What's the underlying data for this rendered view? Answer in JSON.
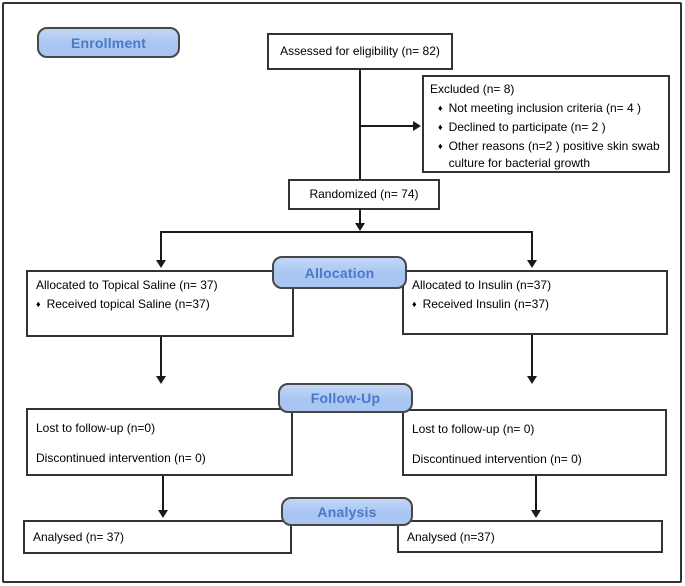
{
  "figure": {
    "type": "consort-flow-diagram",
    "stage_labels": {
      "enrollment": "Enrollment",
      "allocation": "Allocation",
      "followup": "Follow-Up",
      "analysis": "Analysis"
    },
    "enrollment": {
      "assessed": "Assessed for eligibility (n= 82)",
      "excluded": {
        "title": "Excluded (n= 8)",
        "bullet_glyph": "♦",
        "reasons": [
          "Not meeting inclusion criteria (n= 4 )",
          "Declined to participate (n= 2 )",
          "Other reasons (n=2  ) positive skin swab culture for bacterial growth"
        ]
      },
      "randomized": "Randomized (n= 74)"
    },
    "allocation": {
      "left": {
        "title": "Allocated to Topical Saline (n= 37)",
        "bullet_glyph": "♦",
        "received": "Received topical Saline (n=37)"
      },
      "right": {
        "title": "Allocated to Insulin (n=37)",
        "bullet_glyph": "♦",
        "received": "Received Insulin (n=37)"
      }
    },
    "followup": {
      "left": {
        "lost": "Lost to follow-up (n=0)",
        "discontinued": "Discontinued intervention (n= 0)"
      },
      "right": {
        "lost": "Lost to follow-up (n= 0)",
        "discontinued": "Discontinued intervention (n= 0)"
      }
    },
    "analysis": {
      "left": "Analysed (n= 37)",
      "right": "Analysed (n=37)"
    },
    "colors": {
      "badge_fill": "#a9c6f2",
      "badge_fill_light": "#c3d7f7",
      "badge_text": "#4b79c7",
      "badge_border": "#474747",
      "box_border": "#333333",
      "line": "#1a1a1a",
      "frame": "#333333"
    }
  }
}
